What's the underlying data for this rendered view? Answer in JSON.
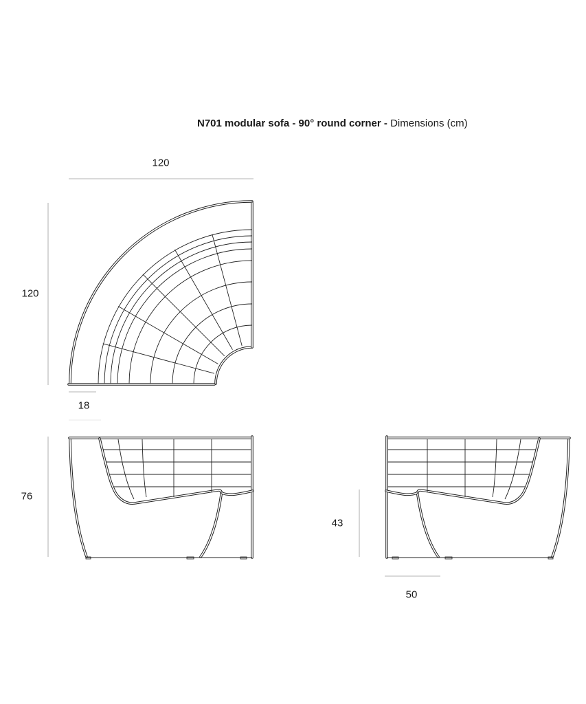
{
  "title": {
    "bold": "N701 modular sofa - 90° round corner -",
    "normal": "Dimensions (cm)"
  },
  "dimensions": {
    "top_width": "120",
    "top_depth": "120",
    "arm_width": "18",
    "height": "76",
    "seat_height": "43",
    "seat_depth": "50"
  }
}
